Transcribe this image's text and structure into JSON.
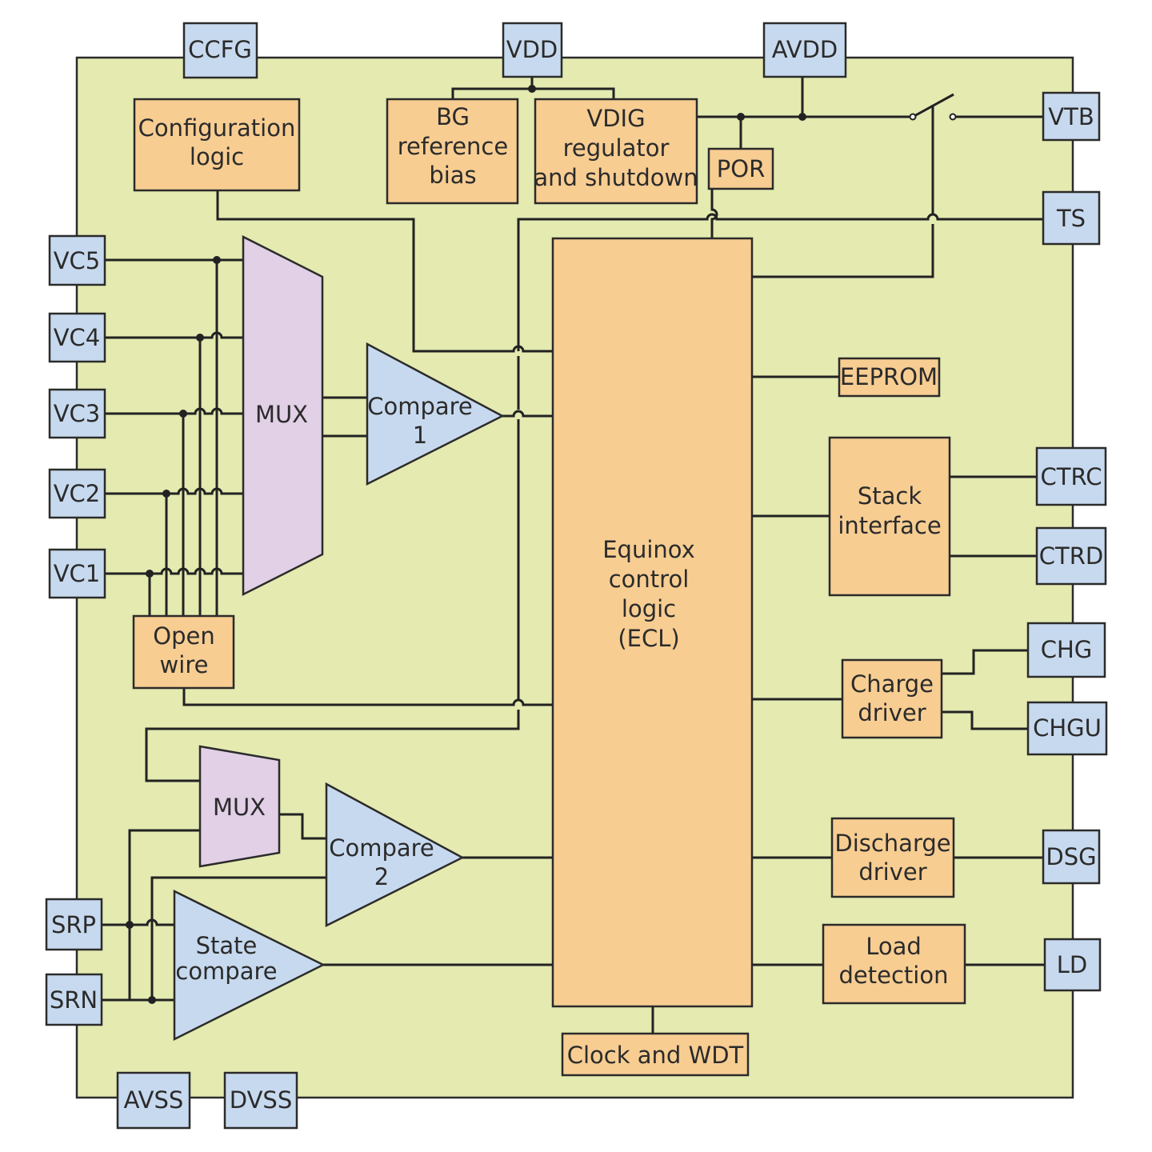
{
  "colors": {
    "chip": "#e4eab0",
    "pin": "#c7d9ee",
    "block": "#f7cd92",
    "mux": "#e1d0e6",
    "comparator": "#c7d9ee",
    "wire": "#222222"
  },
  "pins": {
    "ccfg": "CCFG",
    "vdd": "VDD",
    "avdd": "AVDD",
    "vtb": "VTB",
    "ts": "TS",
    "vc5": "VC5",
    "vc4": "VC4",
    "vc3": "VC3",
    "vc2": "VC2",
    "vc1": "VC1",
    "ctrc": "CTRC",
    "ctrd": "CTRD",
    "chg": "CHG",
    "chgu": "CHGU",
    "dsg": "DSG",
    "ld": "LD",
    "srp": "SRP",
    "srn": "SRN",
    "avss": "AVSS",
    "dvss": "DVSS"
  },
  "blocks": {
    "config": [
      "Configuration",
      "logic"
    ],
    "bg": [
      "BG",
      "reference",
      "bias"
    ],
    "vdig": [
      "VDIG",
      "regulator",
      "and shutdown"
    ],
    "por": "POR",
    "ecl": [
      "Equinox",
      "control",
      "logic",
      "(ECL)"
    ],
    "eeprom": "EEPROM",
    "stack": [
      "Stack",
      "interface"
    ],
    "charge": [
      "Charge",
      "driver"
    ],
    "discharge": [
      "Discharge",
      "driver"
    ],
    "load": [
      "Load",
      "detection"
    ],
    "clock": "Clock and WDT",
    "openwire": [
      "Open",
      "wire"
    ],
    "mux1": "MUX",
    "mux2": "MUX",
    "compare1": [
      "Compare",
      "1"
    ],
    "compare2": [
      "Compare",
      "2"
    ],
    "state": [
      "State",
      "compare"
    ]
  }
}
